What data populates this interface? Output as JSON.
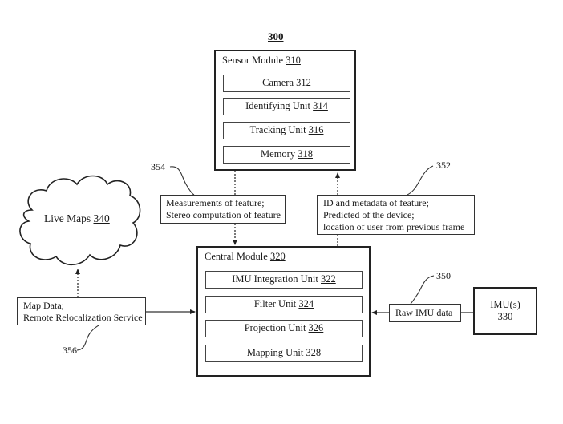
{
  "figure": {
    "number": "300"
  },
  "sensor_module": {
    "title": "Sensor Module",
    "ref": "310",
    "units": [
      {
        "label": "Camera",
        "ref": "312"
      },
      {
        "label": "Identifying Unit",
        "ref": "314"
      },
      {
        "label": "Tracking Unit",
        "ref": "316"
      },
      {
        "label": "Memory",
        "ref": "318"
      }
    ]
  },
  "central_module": {
    "title": "Central Module",
    "ref": "320",
    "units": [
      {
        "label": "IMU Integration Unit",
        "ref": "322"
      },
      {
        "label": "Filter Unit",
        "ref": "324"
      },
      {
        "label": "Projection Unit",
        "ref": "326"
      },
      {
        "label": "Mapping Unit",
        "ref": "328"
      }
    ]
  },
  "live_maps": {
    "label": "Live Maps",
    "ref": "340"
  },
  "imu": {
    "label": "IMU(s)",
    "ref": "330"
  },
  "data_labels": {
    "measurements": {
      "ref": "354",
      "lines": [
        "Measurements of feature;",
        "Stereo computation of feature"
      ]
    },
    "id_metadata": {
      "ref": "352",
      "lines": [
        "ID and metadata of feature;",
        "Predicted of the device;",
        "location of user from previous frame"
      ]
    },
    "map_data": {
      "ref": "356",
      "lines": [
        "Map Data;",
        "Remote Relocalization Service"
      ]
    },
    "raw_imu": {
      "ref": "350",
      "lines": [
        "Raw IMU data"
      ]
    }
  }
}
